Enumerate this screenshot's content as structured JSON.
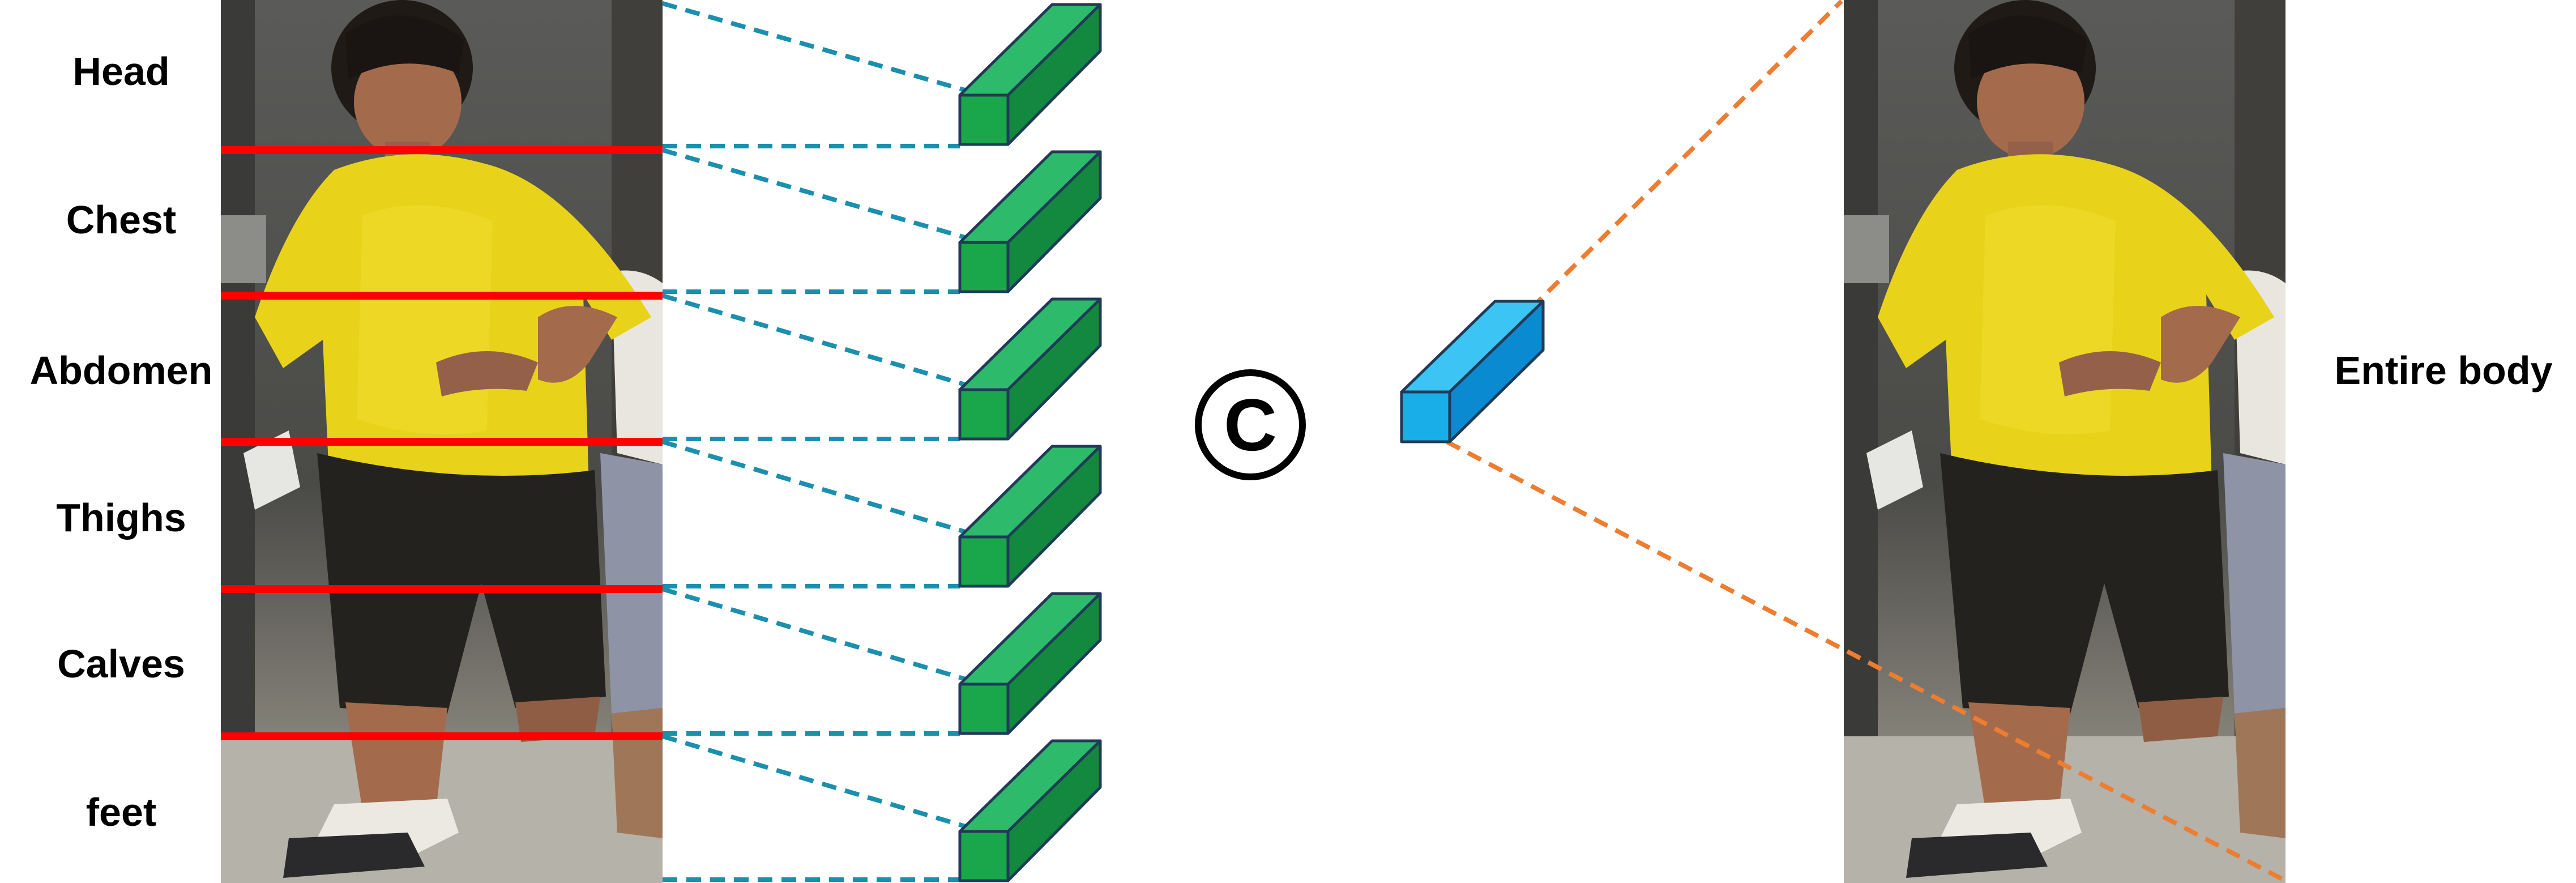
{
  "part_labels": [
    {
      "name": "head",
      "text": "Head"
    },
    {
      "name": "chest",
      "text": "Chest"
    },
    {
      "name": "abdomen",
      "text": "Abdomen"
    },
    {
      "name": "thighs",
      "text": "Thighs"
    },
    {
      "name": "calves",
      "text": "Calves"
    },
    {
      "name": "feet",
      "text": "feet"
    }
  ],
  "whole_label": "Entire body",
  "concat_symbol": "C",
  "colors": {
    "stripe_separator": "#ff0000",
    "part_connector": "#1b8fae",
    "whole_connector": "#ed7d31",
    "part_feature": "#1aa64a",
    "whole_feature": "#19aee8",
    "shirt": "#e8d21a",
    "shorts": "#24221f",
    "skin": "#a46a4c"
  },
  "icons": {
    "person_image": "pedestrian-photo",
    "part_feature": "green-feature-block-icon",
    "whole_feature": "blue-feature-block-icon",
    "concat": "concatenation-symbol-icon"
  }
}
